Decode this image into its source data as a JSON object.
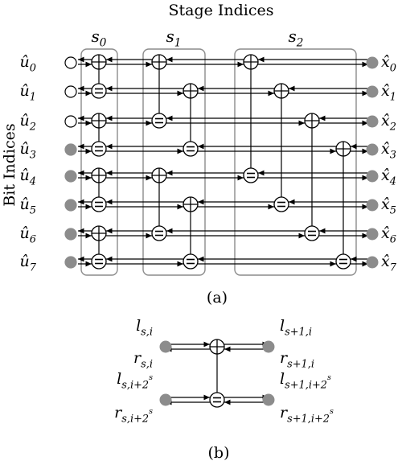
{
  "figure_a": {
    "title": "Stage Indices",
    "y_axis_label": "Bit Indices",
    "stages": [
      {
        "base": "s",
        "sub": "0"
      },
      {
        "base": "s",
        "sub": "1"
      },
      {
        "base": "s",
        "sub": "2"
      }
    ],
    "inputs": [
      {
        "base": "û",
        "sub": "0"
      },
      {
        "base": "û",
        "sub": "1"
      },
      {
        "base": "û",
        "sub": "2"
      },
      {
        "base": "û",
        "sub": "3"
      },
      {
        "base": "û",
        "sub": "4"
      },
      {
        "base": "û",
        "sub": "5"
      },
      {
        "base": "û",
        "sub": "6"
      },
      {
        "base": "û",
        "sub": "7"
      }
    ],
    "outputs": [
      {
        "base": "x̂",
        "sub": "0"
      },
      {
        "base": "x̂",
        "sub": "1"
      },
      {
        "base": "x̂",
        "sub": "2"
      },
      {
        "base": "x̂",
        "sub": "3"
      },
      {
        "base": "x̂",
        "sub": "4"
      },
      {
        "base": "x̂",
        "sub": "5"
      },
      {
        "base": "x̂",
        "sub": "6"
      },
      {
        "base": "x̂",
        "sub": "7"
      }
    ],
    "caption": "(a)"
  },
  "figure_b": {
    "left_labels": [
      {
        "base": "l",
        "sub": "s,i",
        "sup": ""
      },
      {
        "base": "r",
        "sub": "s,i",
        "sup": ""
      },
      {
        "base": "l",
        "sub": "s,i+2",
        "sup": "s"
      },
      {
        "base": "r",
        "sub": "s,i+2",
        "sup": "s"
      }
    ],
    "right_labels": [
      {
        "base": "l",
        "sub": "s+1,i",
        "sup": ""
      },
      {
        "base": "r",
        "sub": "s+1,i",
        "sup": ""
      },
      {
        "base": "l",
        "sub": "s+1,i+2",
        "sup": "s"
      },
      {
        "base": "r",
        "sub": "s+1,i+2",
        "sup": "s"
      }
    ],
    "caption": "(b)"
  },
  "node_symbols": {
    "xor": "⊕",
    "equality": "="
  },
  "colors": {
    "stroke": "#000000",
    "stage_box": "#8c8c8c",
    "filled_node": "#8c8c8c",
    "background": "#ffffff"
  }
}
